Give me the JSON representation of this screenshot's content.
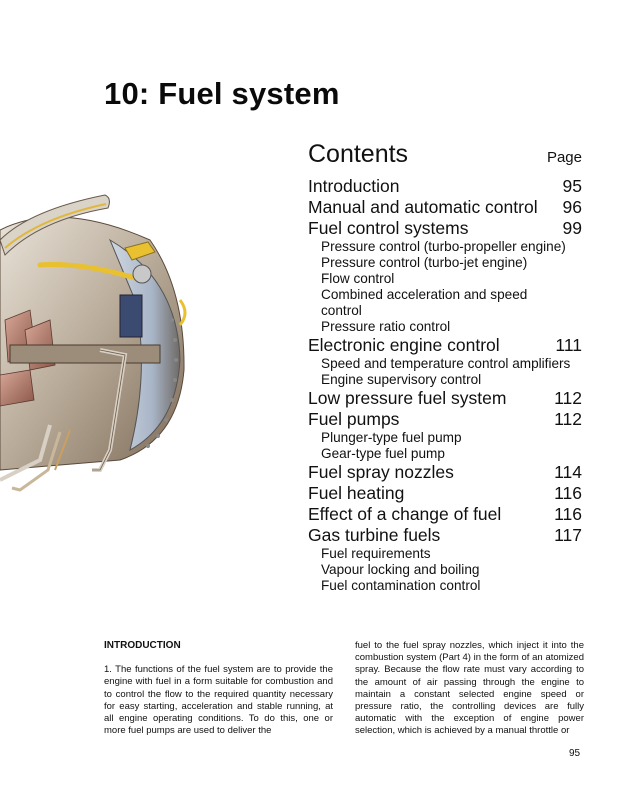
{
  "chapter": {
    "title": "10: Fuel system"
  },
  "illustration": {
    "description": "Cutaway illustration of gas turbine engine fuel system components"
  },
  "contents": {
    "heading": "Contents",
    "page_label": "Page",
    "entries": [
      {
        "label": "Introduction",
        "page": "95",
        "subs": []
      },
      {
        "label": "Manual and automatic control",
        "page": "96",
        "subs": []
      },
      {
        "label": "Fuel control systems",
        "page": "99",
        "subs": [
          "Pressure control (turbo-propeller engine)",
          "Pressure control (turbo-jet engine)",
          "Flow control",
          "Combined acceleration and speed control",
          "Pressure ratio control"
        ]
      },
      {
        "label": "Electronic engine control",
        "page": "111",
        "subs": [
          "Speed and temperature control amplifiers",
          "Engine supervisory control"
        ]
      },
      {
        "label": "Low pressure fuel system",
        "page": "112",
        "subs": []
      },
      {
        "label": "Fuel pumps",
        "page": "112",
        "subs": [
          "Plunger-type fuel pump",
          "Gear-type fuel pump"
        ]
      },
      {
        "label": "Fuel spray nozzles",
        "page": "114",
        "subs": []
      },
      {
        "label": "Fuel heating",
        "page": "116",
        "subs": []
      },
      {
        "label": "Effect of a change of fuel",
        "page": "116",
        "subs": []
      },
      {
        "label": "Gas turbine fuels",
        "page": "117",
        "subs": [
          "Fuel requirements",
          "Vapour locking and boiling",
          "Fuel contamination control"
        ]
      }
    ]
  },
  "body": {
    "section_heading": "INTRODUCTION",
    "left_paragraph": "1.  The functions of the fuel system are to provide the engine with fuel in a form suitable for combustion and to control the flow to the required quantity necessary for easy starting, acceleration and stable running, at all engine operating conditions. To do this, one or more fuel pumps are used to deliver the",
    "right_paragraph": "fuel to the fuel spray nozzles, which inject it into the combustion system (Part 4) in the form of an atomized spray. Because the flow rate must vary according to the amount of air passing through the engine to maintain a constant selected engine speed or pressure ratio, the controlling devices are fully automatic with the exception of engine power selection, which is achieved by a manual throttle or"
  },
  "footer": {
    "page_number": "95"
  }
}
